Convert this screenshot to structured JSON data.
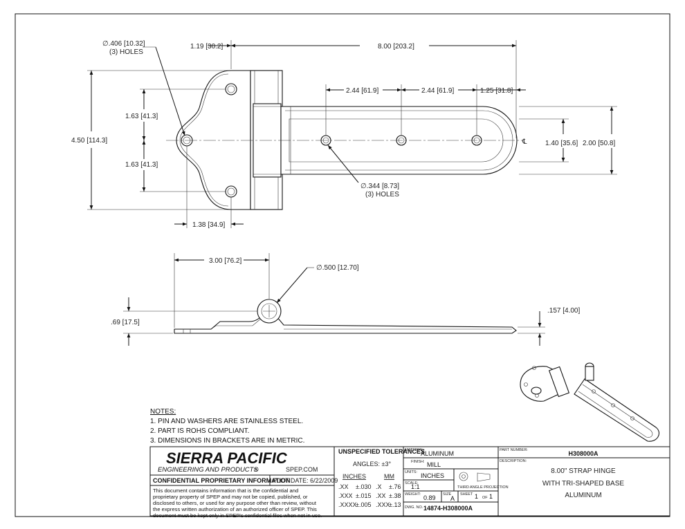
{
  "top_view": {
    "hole_large": {
      "dia": "∅.406",
      "mm": "10.32",
      "qty": "(3) HOLES"
    },
    "hole_small": {
      "dia": "∅.344",
      "mm": "8.73",
      "qty": "(3) HOLES"
    },
    "dims": {
      "d_1_19": {
        "in": "1.19",
        "mm": "30.2"
      },
      "d_8_00": {
        "in": "8.00",
        "mm": "203.2"
      },
      "d_2_44a": {
        "in": "2.44",
        "mm": "61.9"
      },
      "d_2_44b": {
        "in": "2.44",
        "mm": "61.9"
      },
      "d_1_25": {
        "in": "1.25",
        "mm": "31.8"
      },
      "d_1_63a": {
        "in": "1.63",
        "mm": "41.3"
      },
      "d_1_63b": {
        "in": "1.63",
        "mm": "41.3"
      },
      "d_4_50": {
        "in": "4.50",
        "mm": "114.3"
      },
      "d_1_40": {
        "in": "1.40",
        "mm": "35.6"
      },
      "d_2_00": {
        "in": "2.00",
        "mm": "50.8"
      },
      "d_1_38": {
        "in": "1.38",
        "mm": "34.9"
      }
    },
    "centerline_symbol": "℄"
  },
  "side_view": {
    "d_3_00": {
      "in": "3.00",
      "mm": "76.2"
    },
    "pin": {
      "dia": "∅.500",
      "mm": "12.70"
    },
    "d_69": {
      "in": ".69",
      "mm": "17.5"
    },
    "d_157": {
      "in": ".157",
      "mm": "4.00"
    }
  },
  "notes": {
    "heading": "NOTES:",
    "items": [
      "1.   PIN AND WASHERS ARE STAINLESS STEEL.",
      "2.   PART IS ROHS COMPLIANT.",
      "3.   DIMENSIONS IN BRACKETS ARE IN METRIC."
    ]
  },
  "title_block": {
    "company": "SIERRA PACIFIC",
    "company_sub": "ENGINEERING AND PRODUCTS",
    "registered": "®",
    "website": "SPEP.COM",
    "confidential_title": "CONFIDENTIAL PROPRIETARY INFORMATION",
    "plot_date": "PLOT DATE: 6/22/2009",
    "confidential_text": [
      "This document contains information that is the confidential and",
      "proprietary property of SPEP and may not be copied, published, or",
      "disclosed to others, or used for any purpose  other than review, without",
      "the express written authorization of an authorized officer of SPEP. This",
      "document must be kept only in SPEP's confidential files when not in use."
    ],
    "tolerances": {
      "heading": "UNSPECIFIED TOLERANCES",
      "angles": "ANGLES: ±3°",
      "col_inches": "INCHES",
      "col_mm": "MM",
      "rows": [
        {
          "in_key": ".XX",
          "in_val": "±.030",
          "mm_key": ".X",
          "mm_val": "±.76"
        },
        {
          "in_key": ".XXX",
          "in_val": "±.015",
          "mm_key": ".XX",
          "mm_val": "±.38"
        },
        {
          "in_key": ".XXXX",
          "in_val": "±.005",
          "mm_key": ".XXX",
          "mm_val": "±.13"
        }
      ]
    },
    "material_label": "MATERIAL:",
    "material": "ALUMINUM",
    "finish_label": "FINISH:",
    "finish": "MILL",
    "units_label": "UNITS:",
    "units": "INCHES",
    "scale_label": "SCALE:",
    "scale": "1:1",
    "projection": "THIRD ANGLE PROJECTION",
    "weight_label": "WEIGHT:",
    "weight": "0.89",
    "size_label": "SIZE",
    "size": "A",
    "sheet_label": "SHEET",
    "sheet": "1",
    "of_label": "OF",
    "sheet_total": "1",
    "dwg_label": "DWG. NO.",
    "dwg_no": "14874-H308000A",
    "part_label": "PART NUMBER:",
    "part_no": "H308000A",
    "desc_label": "DESCRIPTION:",
    "description": [
      "8.00\" STRAP HINGE",
      "WITH TRI-SHAPED BASE",
      "ALUMINUM"
    ]
  }
}
